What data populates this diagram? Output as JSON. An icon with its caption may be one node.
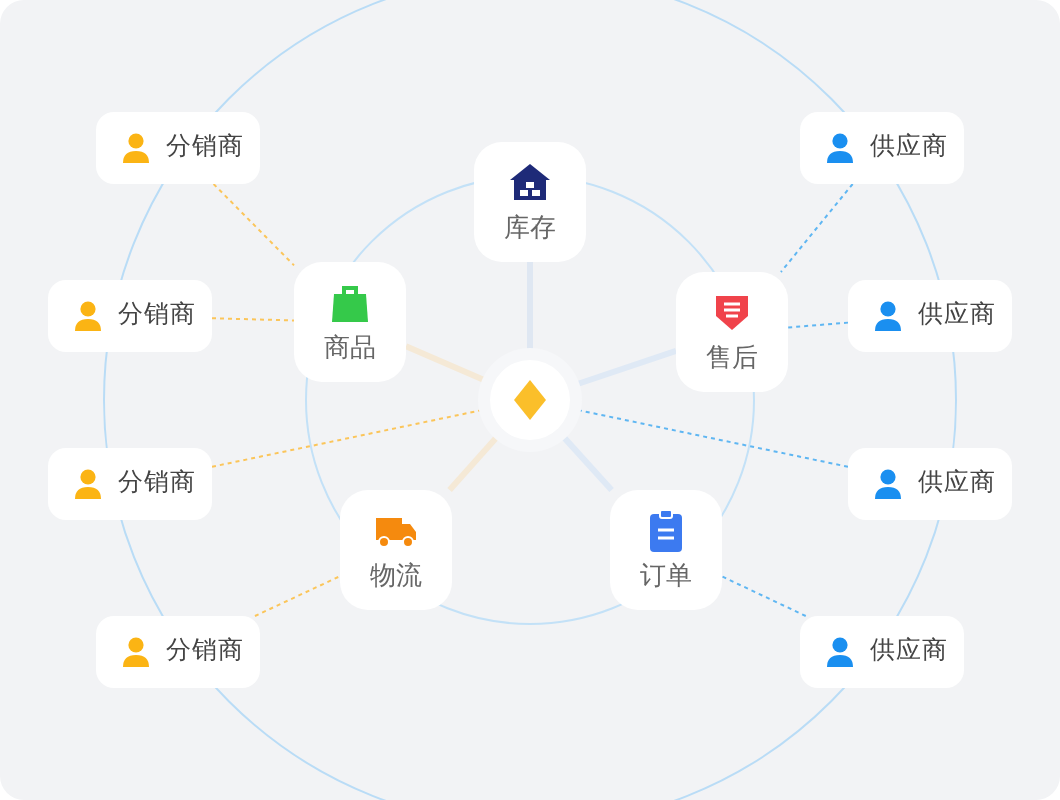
{
  "diagram": {
    "nodes": [
      {
        "text": [],
        "shape": "diamond"
      },
      {
        "text": [
          "库存"
        ]
      },
      {
        "text": [
          "商品"
        ]
      },
      {
        "text": [
          "售后"
        ]
      },
      {
        "text": [
          "物流"
        ]
      },
      {
        "text": [
          "订单"
        ]
      },
      {
        "text": [
          "分销商"
        ]
      },
      {
        "text": [
          "分销商"
        ]
      },
      {
        "text": [
          "分销商"
        ]
      },
      {
        "text": [
          "分销商"
        ]
      },
      {
        "text": [
          "供应商"
        ]
      },
      {
        "text": [
          "供应商"
        ]
      },
      {
        "text": [
          "供应商"
        ]
      },
      {
        "text": [
          "供应商"
        ]
      }
    ],
    "edges": [
      {
        "from": 0,
        "to": 1,
        "arrow": "none",
        "style": "thick",
        "color": "#dfe7f2"
      },
      {
        "from": 0,
        "to": 2,
        "arrow": "none",
        "style": "thick",
        "color": "#f5e9d6"
      },
      {
        "from": 0,
        "to": 3,
        "arrow": "none",
        "style": "thick",
        "color": "#dfe9f5"
      },
      {
        "from": 0,
        "to": 4,
        "arrow": "none",
        "style": "thick",
        "color": "#f5e9d6"
      },
      {
        "from": 0,
        "to": 5,
        "arrow": "none",
        "style": "thick",
        "color": "#dfe9f5"
      },
      {
        "from": 6,
        "to": 2,
        "arrow": "none",
        "style": "dashed",
        "color": "#fbc55a"
      },
      {
        "from": 7,
        "to": 2,
        "arrow": "none",
        "style": "dashed",
        "color": "#fbc55a"
      },
      {
        "from": 8,
        "to": 0,
        "arrow": "none",
        "style": "dashed",
        "color": "#fbc55a"
      },
      {
        "from": 9,
        "to": 4,
        "arrow": "none",
        "style": "dashed",
        "color": "#fbc55a"
      },
      {
        "from": 10,
        "to": 3,
        "arrow": "none",
        "style": "dashed",
        "color": "#5fb6f2"
      },
      {
        "from": 11,
        "to": 3,
        "arrow": "none",
        "style": "dashed",
        "color": "#5fb6f2"
      },
      {
        "from": 12,
        "to": 0,
        "arrow": "none",
        "style": "dashed",
        "color": "#5fb6f2"
      },
      {
        "from": 13,
        "to": 5,
        "arrow": "none",
        "style": "dashed",
        "color": "#5fb6f2"
      }
    ]
  }
}
